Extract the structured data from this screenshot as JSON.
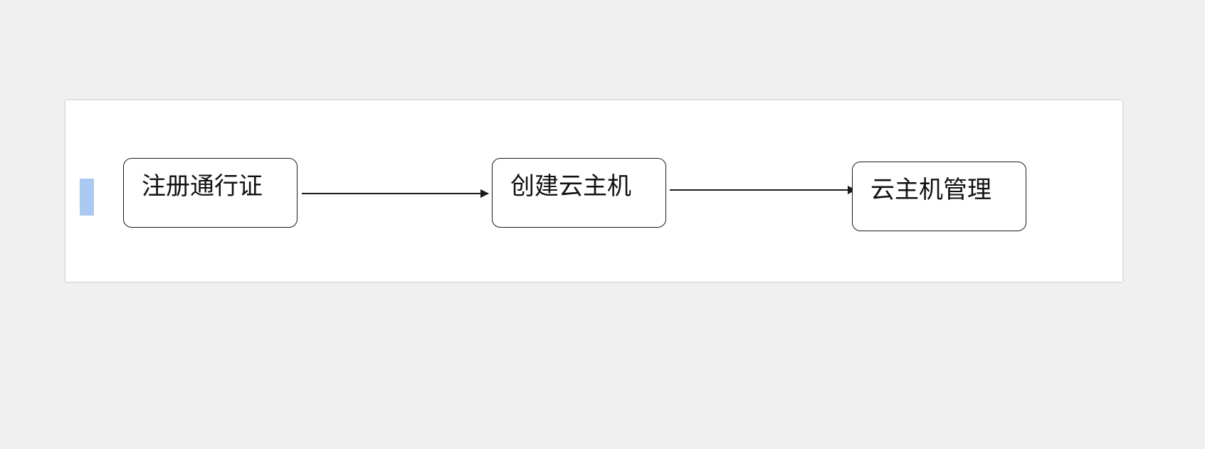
{
  "diagram": {
    "nodes": [
      {
        "id": "register",
        "label": "注册通行证"
      },
      {
        "id": "create",
        "label": "创建云主机"
      },
      {
        "id": "manage",
        "label": "云主机管理"
      }
    ],
    "edges": [
      {
        "from": "register",
        "to": "create"
      },
      {
        "from": "create",
        "to": "manage"
      }
    ]
  },
  "colors": {
    "background": "#f0f0f0",
    "panel": "#ffffff",
    "stroke": "#1a1a1a",
    "cursor_highlight": "#a9c9f2"
  }
}
